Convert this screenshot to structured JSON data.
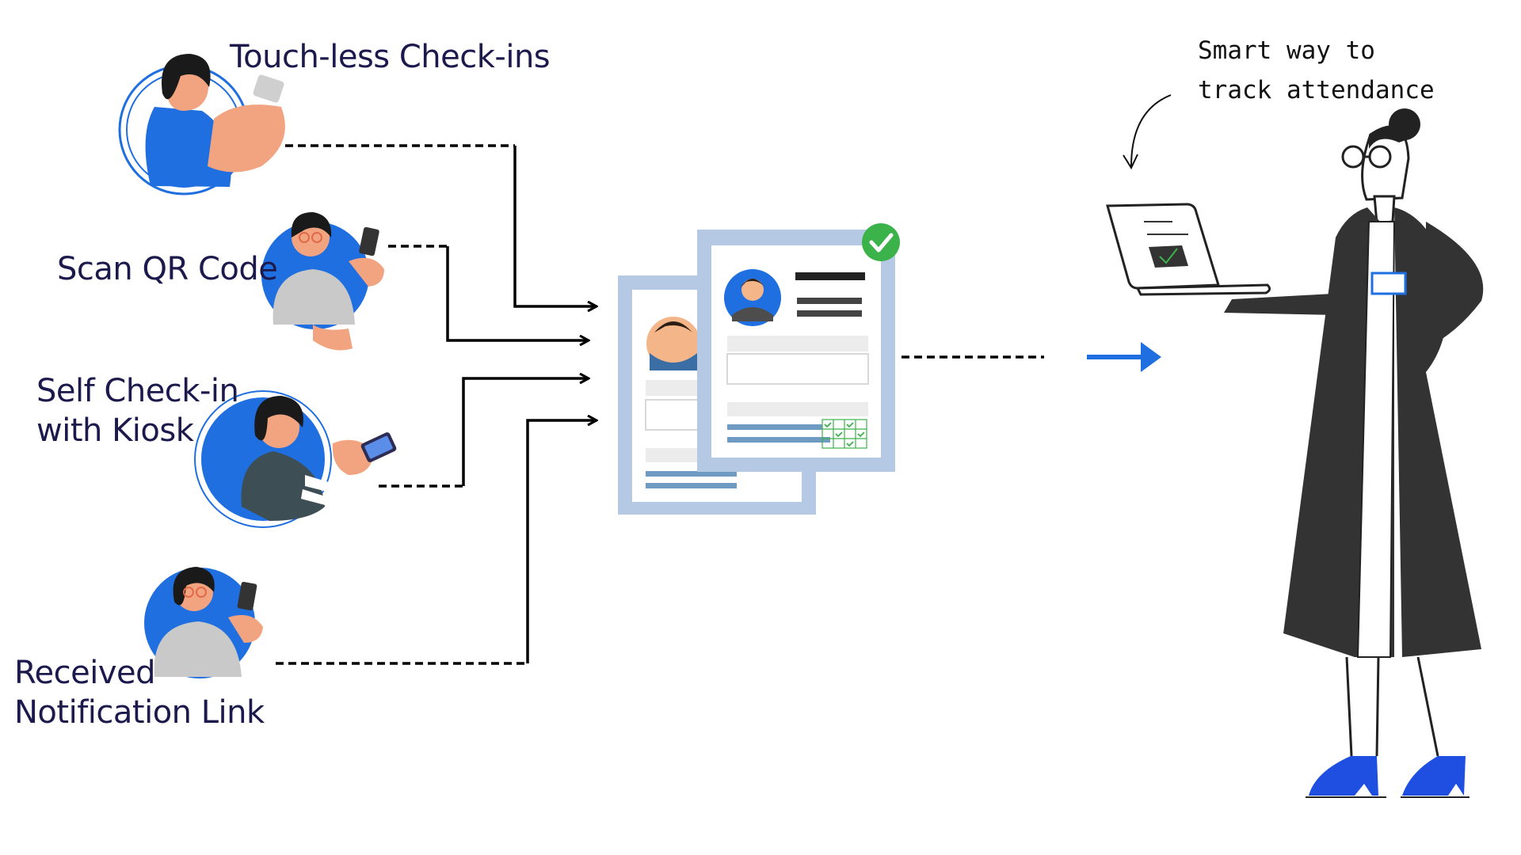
{
  "methods": [
    {
      "label": "Touch-less Check-ins"
    },
    {
      "label": "Scan QR Code"
    },
    {
      "label": "Self Check-in",
      "label2": "with Kiosk"
    },
    {
      "label": "Received",
      "label2": "Notification Link"
    }
  ],
  "note": {
    "line1": "Smart way to",
    "line2": "track attendance"
  },
  "colors": {
    "accent_blue": "#1f6fe0",
    "ink": "#1c1a4d",
    "card_frame": "#b6c9e4",
    "check_green": "#3cb24a",
    "coat": "#333333"
  },
  "icons": [
    "phone-user-avatar",
    "qr-user-avatar",
    "kiosk-user-avatar",
    "notification-user-avatar",
    "attendance-card-icon",
    "check-badge-icon",
    "laptop-icon",
    "woman-figure"
  ]
}
